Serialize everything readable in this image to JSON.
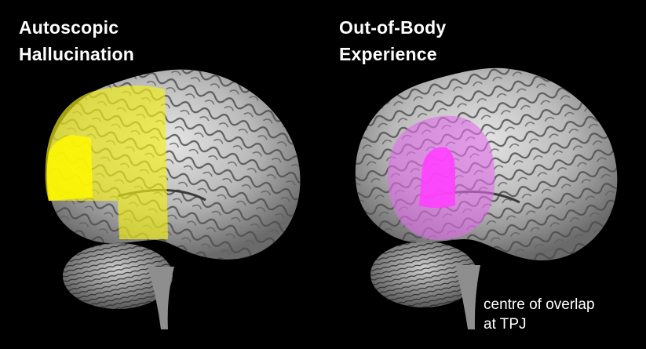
{
  "panels": [
    {
      "title_line1": "Autoscopic",
      "title_line2": "Hallucination",
      "region_color": "#f2ee1a",
      "core_color": "#fff800"
    },
    {
      "title_line1": "Out-of-Body",
      "title_line2": "Experience",
      "region_color": "#e070e8",
      "core_color": "#ff40ff"
    }
  ],
  "caption": {
    "line1": "centre of overlap",
    "line2": "at TPJ"
  },
  "colors": {
    "background": "#000000",
    "brain_surface": "#cfcfcf",
    "text": "#ffffff"
  }
}
